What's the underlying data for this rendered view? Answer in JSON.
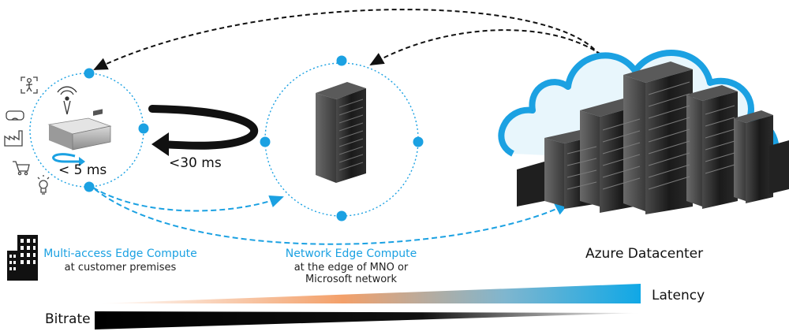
{
  "mec": {
    "title": "Multi-access Edge Compute",
    "subtitle": "at customer premises",
    "latency": "< 5 ms"
  },
  "loop_latency": "<30 ms",
  "nec": {
    "title": "Network Edge Compute",
    "subtitle_line1": "at the edge of MNO or",
    "subtitle_line2": "Microsoft network"
  },
  "datacenter": {
    "label": "Azure Datacenter"
  },
  "scale": {
    "latency": "Latency",
    "bitrate": "Bitrate"
  },
  "colors": {
    "accent": "#1ba1e2",
    "dark": "#111111",
    "orange": "#f0a36a"
  },
  "icons": [
    "person-tracking-icon",
    "vr-headset-icon",
    "factory-icon",
    "shopping-cart-icon",
    "lightbulb-icon",
    "cell-tower-icon",
    "building-icon"
  ]
}
